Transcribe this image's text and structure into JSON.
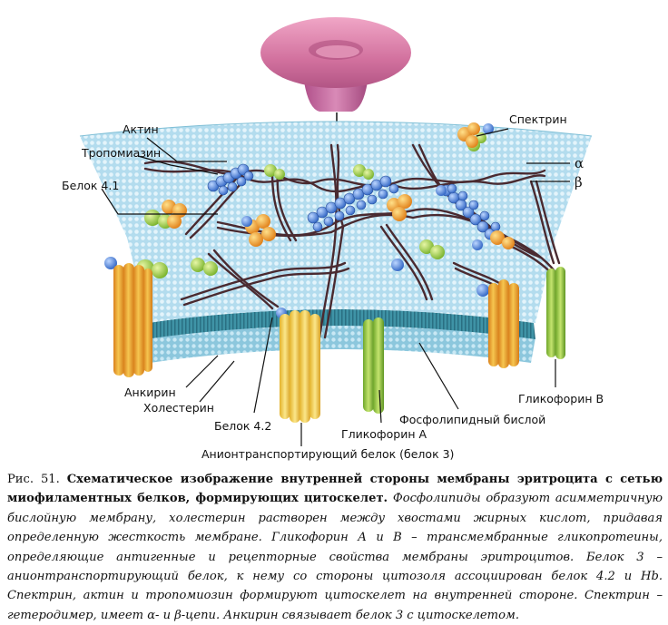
{
  "labels": {
    "actin": "Актин",
    "tropomyosin": "Тропомиазин",
    "protein41": "Белок 4.1",
    "spectrin": "Спектрин",
    "alpha": "α",
    "beta": "β",
    "ankyrin": "Анкирин",
    "cholesterol": "Холестерин",
    "protein42": "Белок 4.2",
    "glycophorinA": "Гликофорин А",
    "phospholipid": "Фосфолипидный бислой",
    "glycophorinB": "Гликофорин В",
    "anion": "Анионтранспортирующий белок (белок 3)"
  },
  "caption": {
    "number": "Рис. 51.",
    "title": "Схематическое изображение внутренней стороны мембраны эритроцита с сетью миофиламентных белков, формирующих цитоскелет.",
    "body": "Фосфолипиды образуют асимметричную бислойную мембрану, холестерин растворен между хвостами жирных кислот, придавая определенную жесткость мембране. Гликофорин А и В – трансмембранные гликопротеины, определяющие антигенные и рецепторные свойства мембраны эритроцитов. Белок 3 – анионтранспортирующий белок, к нему со стороны цитозоля ассоциирован белок 4.2 и Hb. Спектрин, актин и тропомиозин формируют цитоскелет на внутренней стороне. Спектрин – гетеродимер, имеет α- и β-цепи. Анкирин связывает белок 3 с цитоскелетом."
  },
  "colors": {
    "membrane_top": "#a9d8ec",
    "membrane_band": "#3f93a6",
    "membrane_bottom": "#c6e6f2",
    "spectrin_fiber": "#4a2a30",
    "protein3": "#e8a22a",
    "glycophorin": "#8fc43a",
    "actin": "#6f86d6",
    "ankyrin": "#3e78c8",
    "cell": "#d2719e"
  }
}
